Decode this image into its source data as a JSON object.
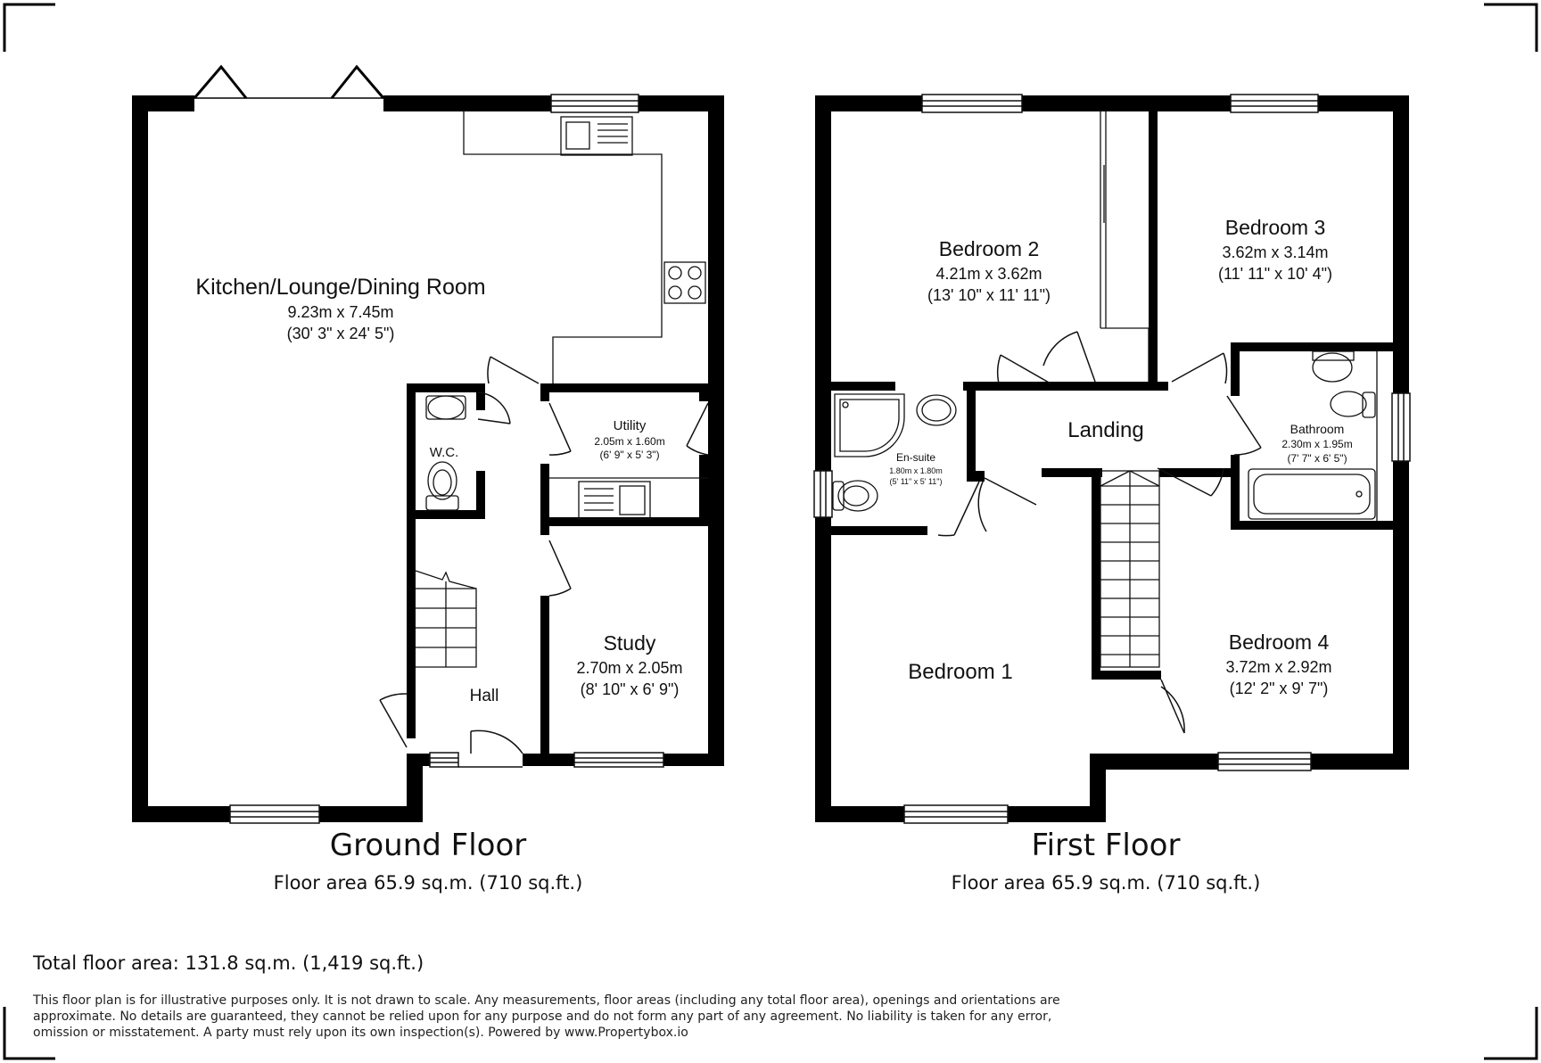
{
  "ground_floor": {
    "title": "Ground Floor",
    "area": "Floor area 65.9 sq.m. (710 sq.ft.)",
    "rooms": {
      "kitchen": {
        "name": "Kitchen/Lounge/Dining Room",
        "metric": "9.23m x 7.45m",
        "imperial": "(30' 3\" x 24' 5\")"
      },
      "utility": {
        "name": "Utility",
        "metric": "2.05m x 1.60m",
        "imperial": "(6' 9\" x 5' 3\")"
      },
      "wc": {
        "name": "W.C."
      },
      "study": {
        "name": "Study",
        "metric": "2.70m x 2.05m",
        "imperial": "(8' 10\" x 6' 9\")"
      },
      "hall": {
        "name": "Hall"
      }
    }
  },
  "first_floor": {
    "title": "First Floor",
    "area": "Floor area 65.9 sq.m. (710 sq.ft.)",
    "rooms": {
      "bedroom2": {
        "name": "Bedroom 2",
        "metric": "4.21m x 3.62m",
        "imperial": "(13' 10\" x 11' 11\")"
      },
      "bedroom3": {
        "name": "Bedroom 3",
        "metric": "3.62m x 3.14m",
        "imperial": "(11' 11\" x 10' 4\")"
      },
      "landing": {
        "name": "Landing"
      },
      "ensuite": {
        "name": "En-suite",
        "metric": "1.80m x 1.80m",
        "imperial": "(5' 11\" x 5' 11\")"
      },
      "bathroom": {
        "name": "Bathroom",
        "metric": "2.30m x 1.95m",
        "imperial": "(7' 7\" x 6' 5\")"
      },
      "bedroom1": {
        "name": "Bedroom 1"
      },
      "bedroom4": {
        "name": "Bedroom 4",
        "metric": "3.72m x 2.92m",
        "imperial": "(12' 2\" x 9' 7\")"
      }
    }
  },
  "total_area": "Total floor area: 131.8 sq.m. (1,419 sq.ft.)",
  "disclaimer": {
    "line1": "This floor plan is for illustrative purposes only. It is not drawn to scale. Any measurements, floor areas (including any total floor area), openings and orientations are",
    "line2": "approximate. No details are guaranteed, they cannot be relied upon for any purpose and do not form any part of any agreement. No liability is taken for any error,",
    "line3": "omission or misstatement. A party must rely upon its own inspection(s). Powered by www.Propertybox.io"
  },
  "colors": {
    "wall": "#000000",
    "line": "#111111",
    "background": "#ffffff"
  }
}
